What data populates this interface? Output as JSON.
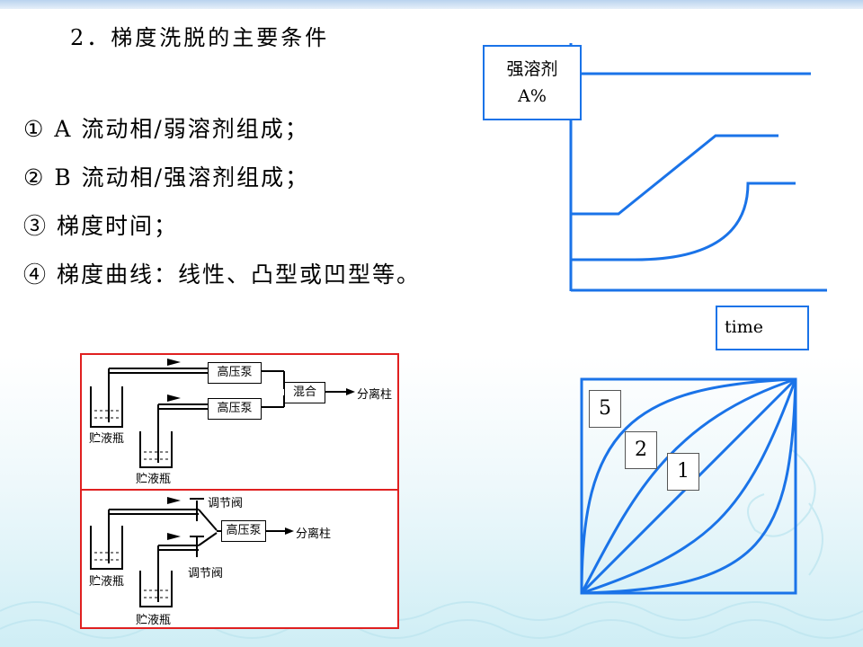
{
  "slide": {
    "title": "2．梯度洗脱的主要条件",
    "items": [
      "① A 流动相/弱溶剂组成；",
      "② B 流动相/强溶剂组成；",
      "③ 梯度时间；",
      "④  梯度曲线：线性、凸型或凹型等。"
    ]
  },
  "gradient_chart": {
    "y_label_line1": "强溶剂",
    "y_label_line2": "A%",
    "x_label": "time"
  },
  "curve_chart": {
    "labels": [
      "5",
      "2",
      "1"
    ]
  },
  "diagram": {
    "top": {
      "pump1": "高压泵",
      "pump2": "高压泵",
      "mixer": "混合",
      "column": "分离柱",
      "bottle1": "贮液瓶",
      "bottle2": "贮液瓶"
    },
    "bottom": {
      "valve1": "调节阀",
      "valve2": "调节阀",
      "pump": "高压泵",
      "column": "分离柱",
      "bottle1": "贮液瓶",
      "bottle2": "贮液瓶"
    }
  },
  "colors": {
    "accent": "#1a73e8",
    "frame": "#e02020"
  }
}
